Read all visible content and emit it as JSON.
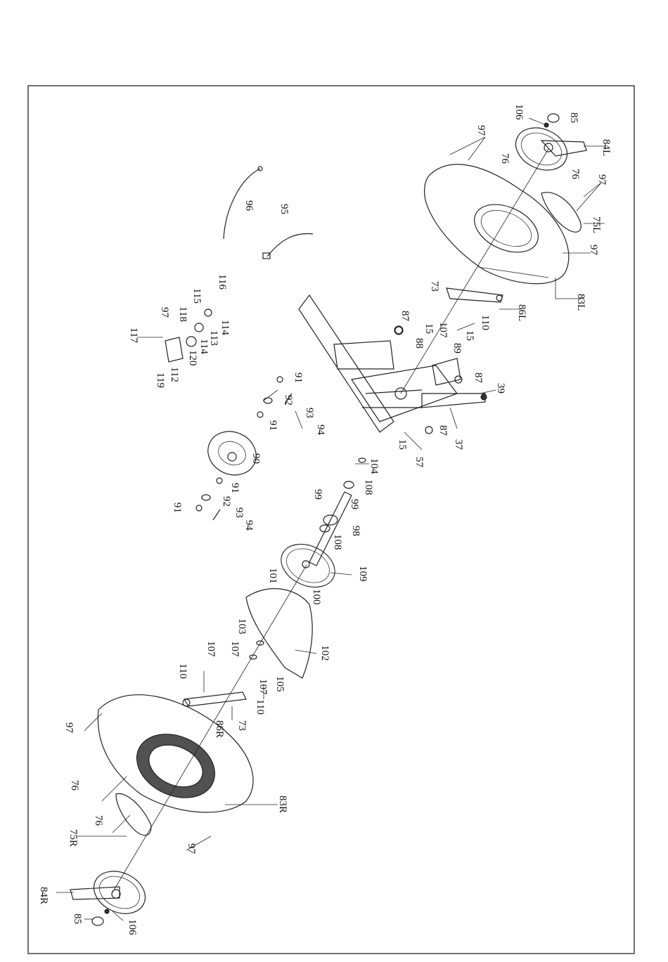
{
  "drawing": {
    "labels": [
      {
        "id": "l-106a",
        "text": "106"
      },
      {
        "id": "l-85a",
        "text": "85"
      },
      {
        "id": "l-97a",
        "text": "97"
      },
      {
        "id": "l-84L",
        "text": "84L"
      },
      {
        "id": "l-76a",
        "text": "76"
      },
      {
        "id": "l-76b",
        "text": "76"
      },
      {
        "id": "l-97b",
        "text": "97"
      },
      {
        "id": "l-75L",
        "text": "75L"
      },
      {
        "id": "l-97c",
        "text": "97"
      },
      {
        "id": "l-96",
        "text": "96"
      },
      {
        "id": "l-95",
        "text": "95"
      },
      {
        "id": "l-73a",
        "text": "73"
      },
      {
        "id": "l-83L",
        "text": "83L"
      },
      {
        "id": "l-86L",
        "text": "86L"
      },
      {
        "id": "l-110a",
        "text": "110"
      },
      {
        "id": "l-107a",
        "text": "107"
      },
      {
        "id": "l-15a",
        "text": "15"
      },
      {
        "id": "l-15b",
        "text": "15"
      },
      {
        "id": "l-87a",
        "text": "87"
      },
      {
        "id": "l-88",
        "text": "88"
      },
      {
        "id": "l-89",
        "text": "89"
      },
      {
        "id": "l-87b",
        "text": "87"
      },
      {
        "id": "l-39",
        "text": "39"
      },
      {
        "id": "l-87c",
        "text": "87"
      },
      {
        "id": "l-37",
        "text": "37"
      },
      {
        "id": "l-57",
        "text": "57"
      },
      {
        "id": "l-15c",
        "text": "15"
      },
      {
        "id": "l-116",
        "text": "116"
      },
      {
        "id": "l-115",
        "text": "115"
      },
      {
        "id": "l-114a",
        "text": "114"
      },
      {
        "id": "l-113",
        "text": "113"
      },
      {
        "id": "l-114b",
        "text": "114"
      },
      {
        "id": "l-118",
        "text": "118"
      },
      {
        "id": "l-97d",
        "text": "97"
      },
      {
        "id": "l-117",
        "text": "117"
      },
      {
        "id": "l-120",
        "text": "120"
      },
      {
        "id": "l-112",
        "text": "112"
      },
      {
        "id": "l-119",
        "text": "119"
      },
      {
        "id": "l-91a",
        "text": "91"
      },
      {
        "id": "l-92a",
        "text": "92"
      },
      {
        "id": "l-93a",
        "text": "93"
      },
      {
        "id": "l-91b",
        "text": "91"
      },
      {
        "id": "l-94a",
        "text": "94"
      },
      {
        "id": "l-90",
        "text": "90"
      },
      {
        "id": "l-104",
        "text": "104"
      },
      {
        "id": "l-108a",
        "text": "108"
      },
      {
        "id": "l-91c",
        "text": "91"
      },
      {
        "id": "l-92b",
        "text": "92"
      },
      {
        "id": "l-91d",
        "text": "91"
      },
      {
        "id": "l-93b",
        "text": "93"
      },
      {
        "id": "l-94b",
        "text": "94"
      },
      {
        "id": "l-99a",
        "text": "99"
      },
      {
        "id": "l-99b",
        "text": "99"
      },
      {
        "id": "l-98",
        "text": "98"
      },
      {
        "id": "l-108b",
        "text": "108"
      },
      {
        "id": "l-101",
        "text": "101"
      },
      {
        "id": "l-109",
        "text": "109"
      },
      {
        "id": "l-100",
        "text": "100"
      },
      {
        "id": "l-103",
        "text": "103"
      },
      {
        "id": "l-102",
        "text": "102"
      },
      {
        "id": "l-107b",
        "text": "107"
      },
      {
        "id": "l-107c",
        "text": "107"
      },
      {
        "id": "l-110b",
        "text": "110"
      },
      {
        "id": "l-105",
        "text": "105"
      },
      {
        "id": "l-107d",
        "text": "107"
      },
      {
        "id": "l-110c",
        "text": "110"
      },
      {
        "id": "l-86R",
        "text": "86R"
      },
      {
        "id": "l-73b",
        "text": "73"
      },
      {
        "id": "l-97e",
        "text": "97"
      },
      {
        "id": "l-76c",
        "text": "76"
      },
      {
        "id": "l-76d",
        "text": "76"
      },
      {
        "id": "l-75R",
        "text": "75R"
      },
      {
        "id": "l-97f",
        "text": "97"
      },
      {
        "id": "l-83R",
        "text": "83R"
      },
      {
        "id": "l-84R",
        "text": "84R"
      },
      {
        "id": "l-85b",
        "text": "85"
      },
      {
        "id": "l-106b",
        "text": "106"
      }
    ]
  }
}
